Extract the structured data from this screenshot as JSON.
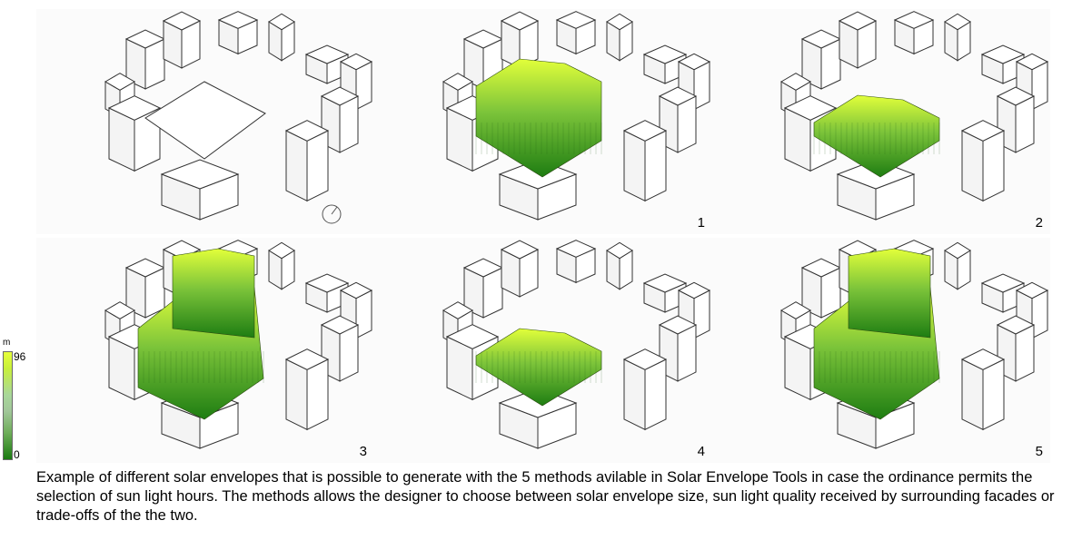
{
  "panels": [
    {
      "label": "",
      "envelope": "none"
    },
    {
      "label": "1",
      "envelope": "method-1"
    },
    {
      "label": "2",
      "envelope": "method-2"
    },
    {
      "label": "3",
      "envelope": "method-3"
    },
    {
      "label": "4",
      "envelope": "method-4"
    },
    {
      "label": "5",
      "envelope": "method-5"
    }
  ],
  "legend": {
    "unit": "m",
    "max": "96",
    "min": "0",
    "color_top": "#e6ff3a",
    "color_bottom": "#1a7a10"
  },
  "caption": "Example of different solar envelopes that is possible to generate with the 5 methods avilable in Solar Envelope Tools in case the ordinance permits the selection of sun light hours. The methods allows the designer to choose between solar envelope size, sun light quality received by surrounding facades or trade-offs of the the two."
}
